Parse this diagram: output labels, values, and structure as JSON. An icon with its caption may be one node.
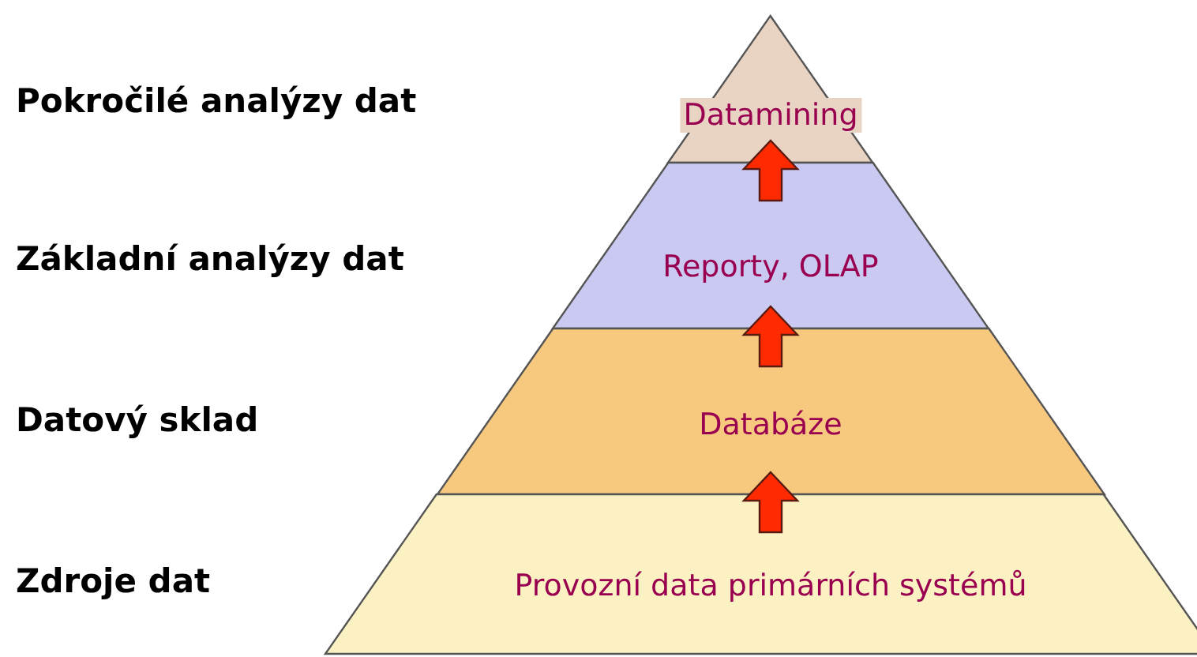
{
  "diagram": {
    "nodes": [
      {
        "text": [
          "Datamining"
        ]
      },
      {
        "text": [
          "Reporty, OLAP"
        ]
      },
      {
        "text": [
          "Databáze"
        ]
      },
      {
        "text": [
          "Provozní data primárních systémů"
        ]
      }
    ],
    "edges": [
      {
        "from": 3,
        "to": 2,
        "arrow": "to"
      },
      {
        "from": 2,
        "to": 1,
        "arrow": "to"
      },
      {
        "from": 1,
        "to": 0,
        "arrow": "to"
      }
    ],
    "labels": [
      "Pokročilé analýzy dat",
      "Základní analýzy dat",
      "Datový sklad",
      "Zdroje dat"
    ]
  }
}
